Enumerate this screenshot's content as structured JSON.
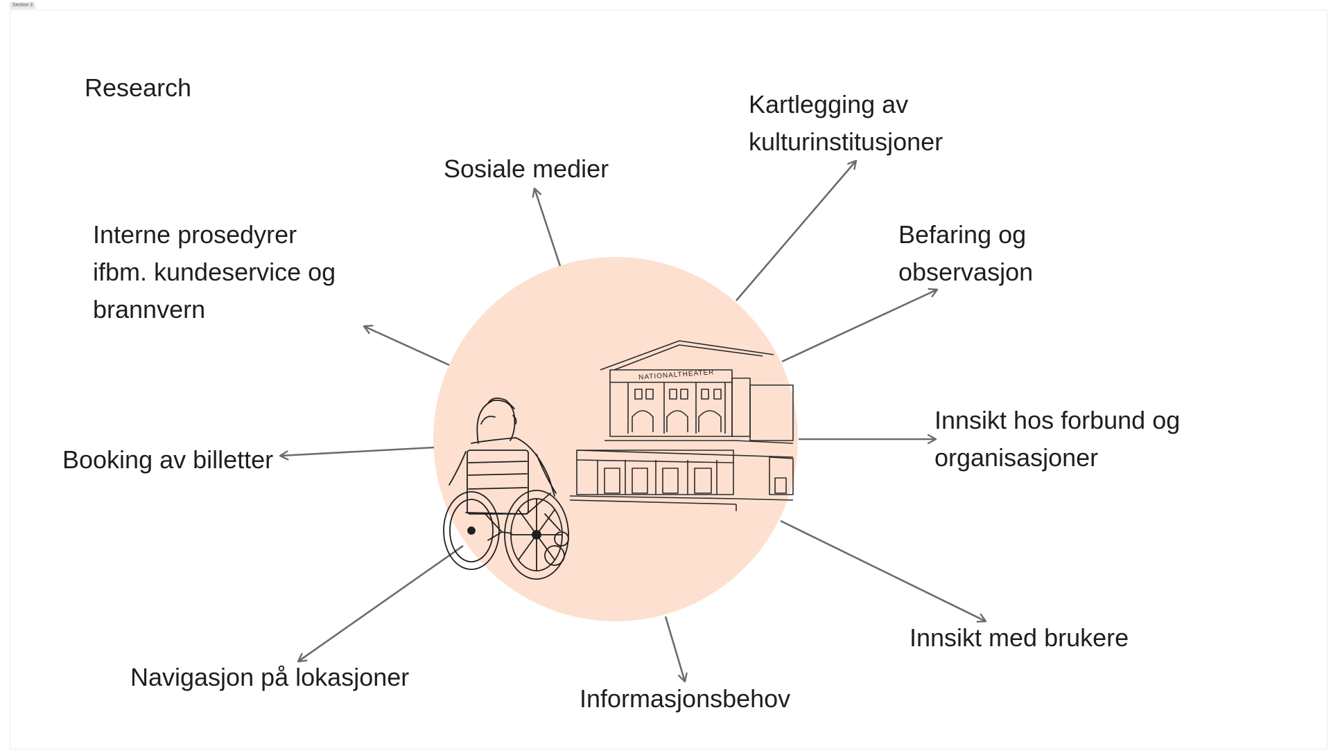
{
  "canvas": {
    "section_tag": "Section 3",
    "title": "Research"
  },
  "diagram": {
    "hub_color": "#fde0d0",
    "arrow_color": "#6b6b6b",
    "hub_illustration": {
      "theatre_sign": "NATIONALTHEATER"
    },
    "nodes": [
      {
        "id": "kartlegging",
        "lines": [
          "Kartlegging av",
          "kulturinstitusjoner"
        ]
      },
      {
        "id": "sosiale",
        "lines": [
          "Sosiale medier"
        ]
      },
      {
        "id": "interne",
        "lines": [
          "Interne prosedyrer",
          "ifbm. kundeservice og",
          "brannvern"
        ]
      },
      {
        "id": "befaring",
        "lines": [
          "Befaring og",
          "observasjon"
        ]
      },
      {
        "id": "innsikt-forbund",
        "lines": [
          "Innsikt hos forbund og",
          "organisasjoner"
        ]
      },
      {
        "id": "booking",
        "lines": [
          "Booking av billetter"
        ]
      },
      {
        "id": "innsikt-brukere",
        "lines": [
          "Innsikt med brukere"
        ]
      },
      {
        "id": "navigasjon",
        "lines": [
          "Navigasjon på lokasjoner"
        ]
      },
      {
        "id": "informasjon",
        "lines": [
          "Informasjonsbehov"
        ]
      }
    ]
  }
}
